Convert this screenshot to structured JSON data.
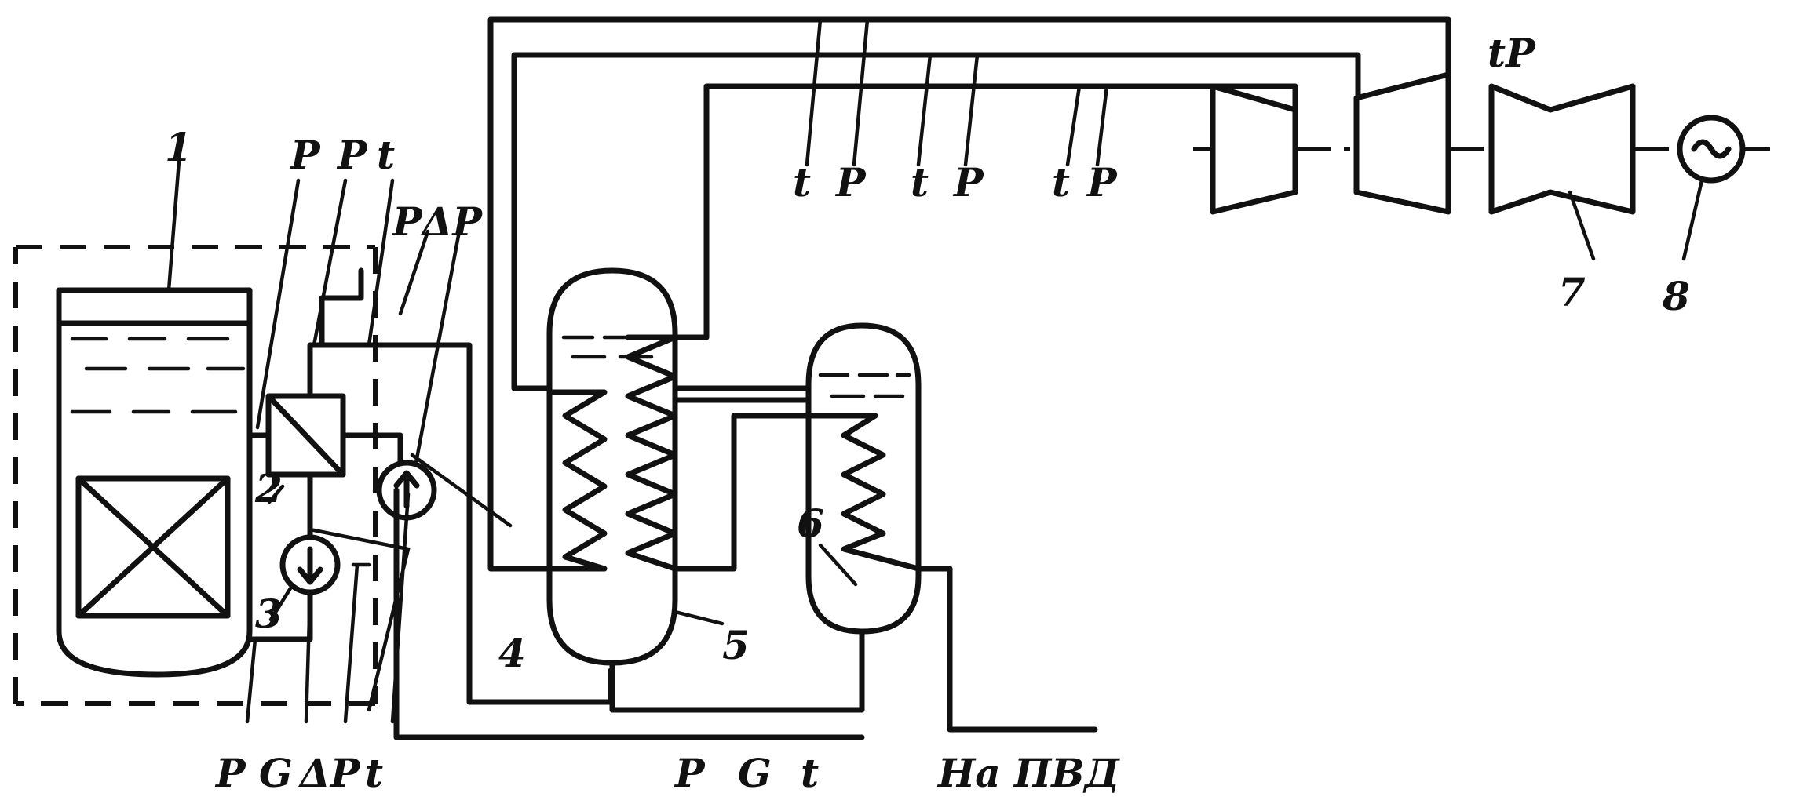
{
  "diagram": {
    "numbers": {
      "n1": "1",
      "n2": "2",
      "n3": "3",
      "n4": "4",
      "n5": "5",
      "n6": "6",
      "n7": "7",
      "n8": "8"
    },
    "meas": {
      "steam_t1": "t",
      "steam_p1": "P",
      "steam_t2": "t",
      "steam_p2": "P",
      "steam_t3": "t",
      "steam_p3": "P",
      "turbine_tp": "tP",
      "pressurizer_p1": "P",
      "pressurizer_p2": "P",
      "pressurizer_t": "t",
      "pump4_meas": "PΔP",
      "pump3_p": "P",
      "pump3_g": "G",
      "pump3_dp": "ΔP",
      "pump3_t": "t",
      "feed_p": "P",
      "feed_g": "G",
      "feed_t": "t",
      "to_hpp": "На ПВД"
    }
  }
}
